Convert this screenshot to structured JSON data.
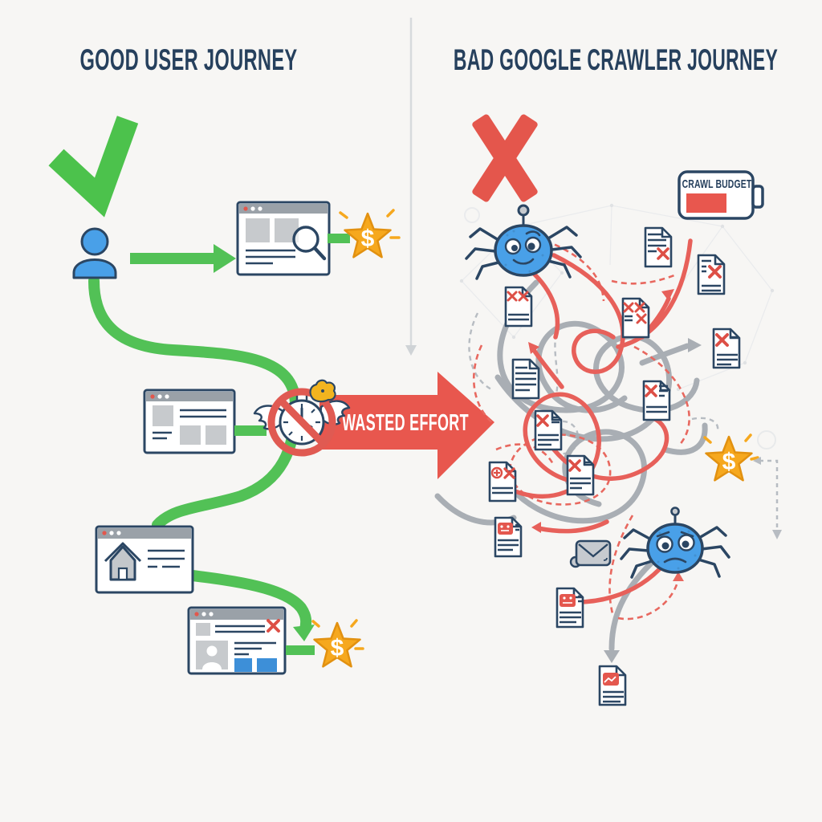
{
  "diagram": {
    "background_color": "#f7f6f4",
    "left": {
      "title": "GOOD USER JOURNEY",
      "reward_star_top_label": "$",
      "reward_star_bottom_label": "$",
      "icons": [
        "check-mark",
        "user",
        "browser-search-window",
        "reward-star",
        "browser-article-window",
        "browser-home-window",
        "browser-profile-window"
      ]
    },
    "center": {
      "wasted_effort_label": "WASTED EFFORT",
      "icons": [
        "winged-stopwatch-no-sign",
        "wasted-effort-arrow"
      ]
    },
    "right": {
      "title": "BAD GOOGLE CRAWLER JOURNEY",
      "crawl_budget_label": "CRAWL BUDGET",
      "reward_star_label": "$",
      "icons": [
        "cross-mark",
        "crawl-budget-battery",
        "happy-crawler-bot",
        "sad-crawler-bot",
        "error-documents",
        "envelope",
        "reward-star",
        "tangled-paths"
      ]
    },
    "colors": {
      "navy": "#2b4663",
      "green": "#52c156",
      "red": "#e8574e",
      "blue": "#49a0e8",
      "gold": "#f6a81e",
      "path_gray": "#a9aeb4",
      "divider_gray": "#d7dadd"
    }
  }
}
